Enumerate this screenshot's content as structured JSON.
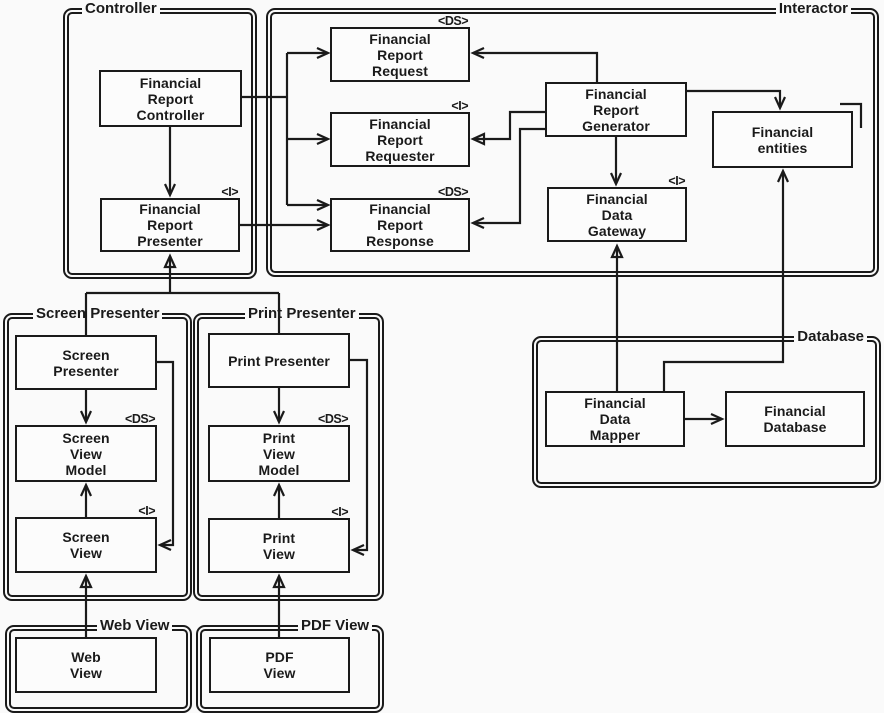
{
  "groups": {
    "controller": {
      "title": "Controller"
    },
    "interactor": {
      "title": "Interactor"
    },
    "screen_presenter": {
      "title": "Screen Presenter"
    },
    "print_presenter": {
      "title": "Print Presenter"
    },
    "database": {
      "title": "Database"
    },
    "web_view": {
      "title": "Web View"
    },
    "pdf_view": {
      "title": "PDF View"
    }
  },
  "nodes": {
    "financial_report_controller": {
      "label": "Financial\nReport\nController"
    },
    "financial_report_presenter": {
      "label": "Financial\nReport\nPresenter",
      "stereotype": "<I>"
    },
    "financial_report_request": {
      "label": "Financial\nReport\nRequest",
      "stereotype": "<DS>"
    },
    "financial_report_requester": {
      "label": "Financial\nReport\nRequester",
      "stereotype": "<I>"
    },
    "financial_report_response": {
      "label": "Financial\nReport\nResponse",
      "stereotype": "<DS>"
    },
    "financial_report_generator": {
      "label": "Financial\nReport\nGenerator"
    },
    "financial_data_gateway": {
      "label": "Financial\nData\nGateway",
      "stereotype": "<I>"
    },
    "financial_entities": {
      "label": "Financial\nentities"
    },
    "screen_presenter": {
      "label": "Screen\nPresenter"
    },
    "screen_view_model": {
      "label": "Screen\nView\nModel",
      "stereotype": "<DS>"
    },
    "screen_view": {
      "label": "Screen\nView",
      "stereotype": "<I>"
    },
    "print_presenter": {
      "label": "Print Presenter"
    },
    "print_view_model": {
      "label": "Print\nView\nModel",
      "stereotype": "<DS>"
    },
    "print_view": {
      "label": "Print\nView",
      "stereotype": "<I>"
    },
    "financial_data_mapper": {
      "label": "Financial\nData\nMapper"
    },
    "financial_database": {
      "label": "Financial\nDatabase"
    },
    "web_view": {
      "label": "Web\nView"
    },
    "pdf_view": {
      "label": "PDF\nView"
    }
  },
  "edges": [
    {
      "from": "Financial Report Controller",
      "to": "Financial Report Request",
      "type": "arrow"
    },
    {
      "from": "Financial Report Controller",
      "to": "Financial Report Requester",
      "type": "arrow"
    },
    {
      "from": "Financial Report Controller",
      "to": "Financial Report Response",
      "type": "arrow"
    },
    {
      "from": "Financial Report Controller",
      "to": "Financial Report Presenter",
      "type": "arrow"
    },
    {
      "from": "Financial Report Presenter",
      "to": "Financial Report Response",
      "type": "arrow"
    },
    {
      "from": "Financial Report Generator",
      "to": "Financial Report Request",
      "type": "arrow"
    },
    {
      "from": "Financial Report Generator",
      "to": "Financial Report Requester",
      "type": "implements"
    },
    {
      "from": "Financial Report Generator",
      "to": "Financial Report Response",
      "type": "arrow"
    },
    {
      "from": "Financial Report Generator",
      "to": "Financial Data Gateway",
      "type": "arrow"
    },
    {
      "from": "Financial Report Generator",
      "to": "Financial entities",
      "type": "arrow"
    },
    {
      "from": "Screen Presenter",
      "to": "Financial Report Presenter",
      "type": "implements"
    },
    {
      "from": "Print Presenter",
      "to": "Financial Report Presenter",
      "type": "implements"
    },
    {
      "from": "Screen Presenter",
      "to": "Screen View Model",
      "type": "arrow"
    },
    {
      "from": "Screen View",
      "to": "Screen View Model",
      "type": "arrow"
    },
    {
      "from": "Screen Presenter",
      "to": "Screen View",
      "type": "arrow"
    },
    {
      "from": "Web View",
      "to": "Screen View",
      "type": "implements"
    },
    {
      "from": "Print Presenter",
      "to": "Print View Model",
      "type": "arrow"
    },
    {
      "from": "Print View",
      "to": "Print View Model",
      "type": "arrow"
    },
    {
      "from": "Print Presenter",
      "to": "Print View",
      "type": "arrow"
    },
    {
      "from": "PDF View",
      "to": "Print View",
      "type": "implements"
    },
    {
      "from": "Financial Data Mapper",
      "to": "Financial Data Gateway",
      "type": "implements"
    },
    {
      "from": "Financial Data Mapper",
      "to": "Financial entities",
      "type": "arrow"
    },
    {
      "from": "Financial Data Mapper",
      "to": "Financial Database",
      "type": "arrow"
    }
  ],
  "colors": {
    "line": "#1a1a1a",
    "background": "#fafafa",
    "box_fill": "#fcfcfc"
  }
}
